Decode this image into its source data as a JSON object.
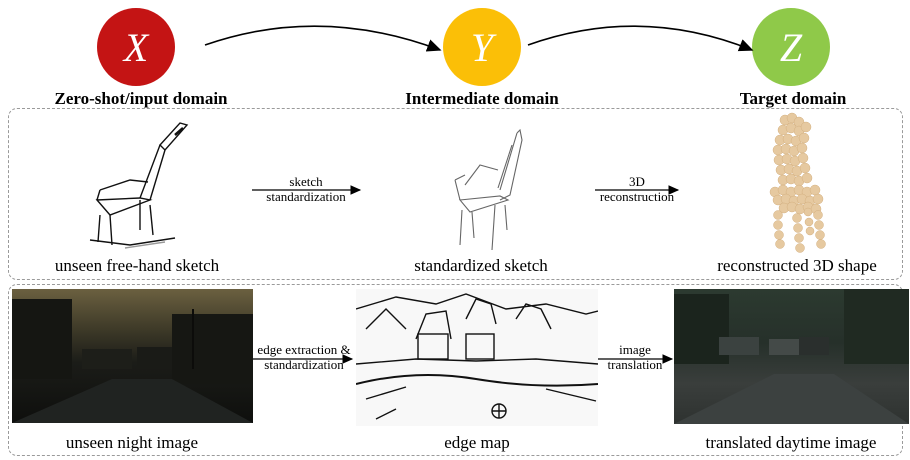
{
  "domains": [
    {
      "symbol": "X",
      "label": "Zero-shot/input domain",
      "color": "#c41414"
    },
    {
      "symbol": "Y",
      "label": "Intermediate domain",
      "color": "#fbbf07"
    },
    {
      "symbol": "Z",
      "label": "Target domain",
      "color": "#8fc949"
    }
  ],
  "row1": {
    "captions": [
      "unseen free-hand sketch",
      "standardized sketch",
      "reconstructed 3D shape"
    ],
    "arrow1": {
      "line1": "sketch",
      "line2": "standardization"
    },
    "arrow2": {
      "line1": "3D",
      "line2": "reconstruction"
    }
  },
  "row2": {
    "captions": [
      "unseen night image",
      "edge map",
      "translated daytime image"
    ],
    "arrow1": {
      "line1": "edge extraction &",
      "line2": "standardization"
    },
    "arrow2": {
      "line1": "image",
      "line2": "translation"
    }
  }
}
